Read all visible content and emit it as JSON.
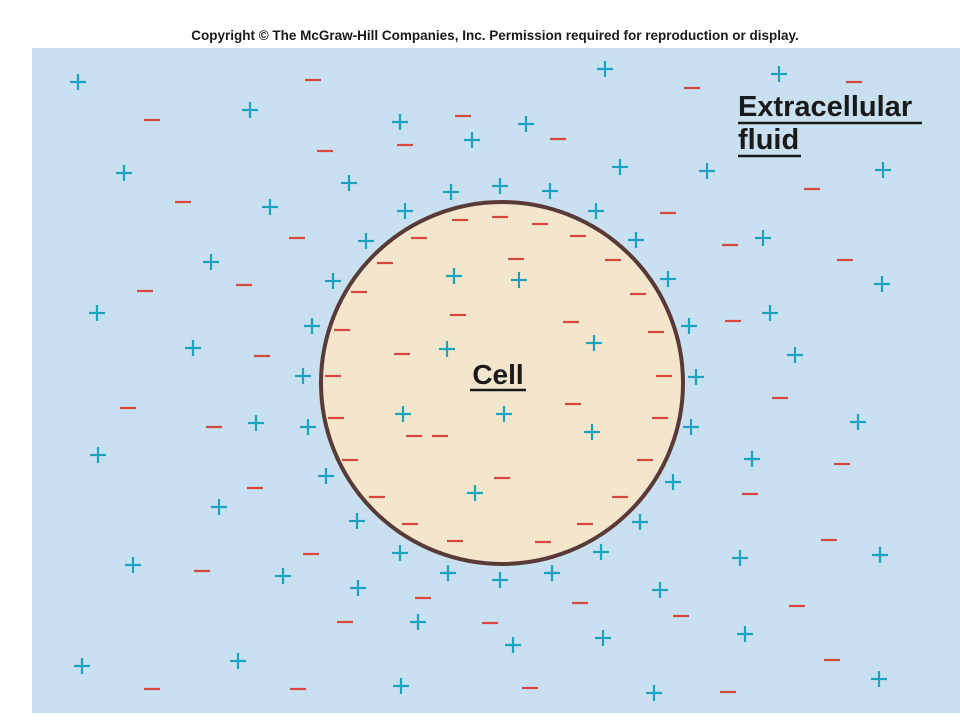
{
  "copyright": "Copyright © The McGraw-Hill Companies, Inc. Permission required for reproduction or display.",
  "labels": {
    "cell": "Cell",
    "extracellular_line1": "Extracellular",
    "extracellular_line2": "fluid"
  },
  "symbols": {
    "positive": "+",
    "negative": "−"
  },
  "colors": {
    "fluid": "#c8e0f0",
    "cell_fill": "#f3e6cd",
    "membrane": "#5a3a37",
    "positive": "#1aa3bf",
    "negative": "#d9463e",
    "label": "#1a1a1a"
  }
}
